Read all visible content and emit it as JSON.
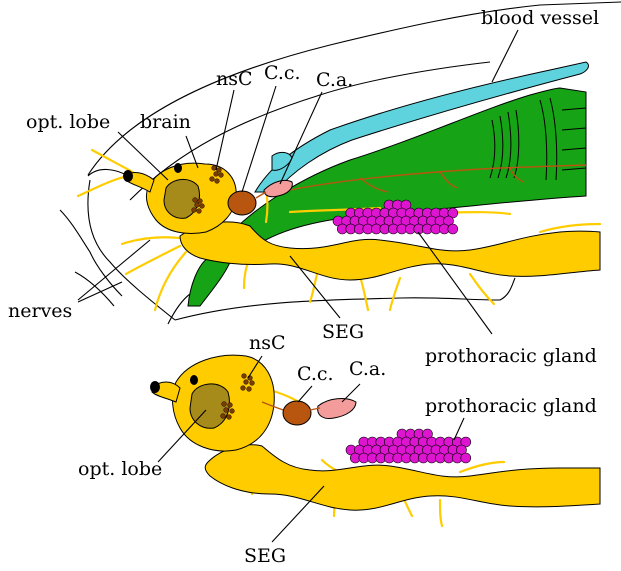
{
  "labels": {
    "blood_vessel": "blood vessel",
    "opt_lobe_top": "opt. lobe",
    "brain": "brain",
    "nsc_top": "nsC",
    "cc_top": "C.c.",
    "ca_top": "C.a.",
    "nerves": "nerves",
    "seg_top": "SEG",
    "prothoracic_gland_top": "prothoracic gland",
    "nsc_bottom": "nsC",
    "cc_bottom": "C.c.",
    "ca_bottom": "C.a.",
    "prothoracic_gland_bottom": "prothoracic gland",
    "opt_lobe_bottom": "opt. lobe",
    "seg_bottom": "SEG"
  },
  "colors": {
    "nerve_tissue": "#ffcc00",
    "optic_lobe": "#a68a1a",
    "corpora_cardiaca": "#b8560f",
    "corpora_allata": "#f49b9b",
    "blood_vessel": "#5fd3dd",
    "muscle": "#16a316",
    "prothoracic_gland": "#dd14d0"
  }
}
